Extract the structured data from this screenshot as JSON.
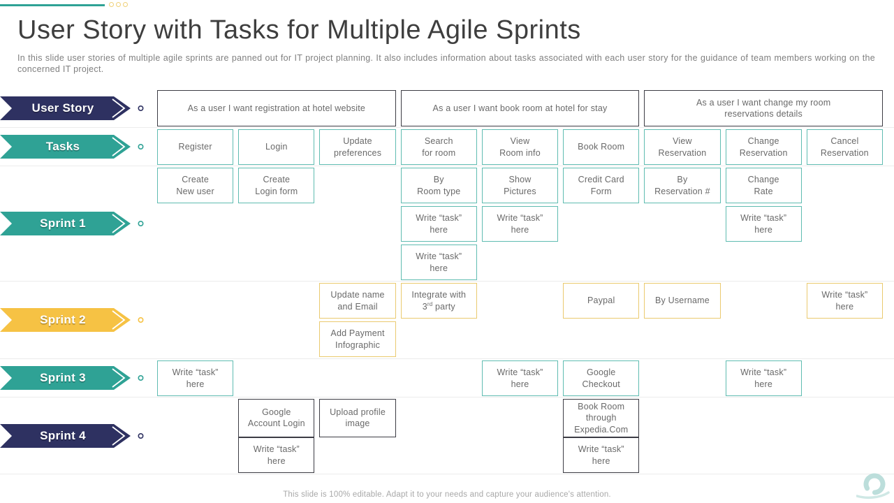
{
  "slide": {
    "title": "User Story with Tasks for Multiple Agile Sprints",
    "subtitle": "In this slide user stories of multiple agile sprints are panned out for IT project planning. It also includes information  about tasks associated with each user story for the guidance of team members working on the concerned IT project.",
    "footer": "This slide is 100% editable. Adapt it to your needs and capture your audience's attention."
  },
  "colors": {
    "navy": "#2E3161",
    "teal": "#2FA295",
    "yellow": "#F6C244",
    "border_dark": "#3C3C44",
    "border_teal": "#5FBCB1",
    "border_yellow": "#EACA6F",
    "accent_bar": "#2FA295",
    "dot_outline": "#EFD077",
    "logo_teal": "#BCDEDB"
  },
  "rows": [
    {
      "name": "user-story",
      "label": "User Story",
      "variant": "navy",
      "border": "dark",
      "height": 56,
      "subrows": [
        [
          {
            "col": 1,
            "span": 3,
            "text": "As a user I want registration at hotel website"
          },
          {
            "col": 4,
            "span": 3,
            "text": "As a user I want book room at hotel for stay"
          },
          {
            "col": 7,
            "span": 3,
            "text": "As a user I want change my room\nreservations  details"
          }
        ]
      ]
    },
    {
      "name": "tasks",
      "label": "Tasks",
      "variant": "teal",
      "border": "teal",
      "height": 55,
      "subrows": [
        [
          {
            "col": 1,
            "text": "Register"
          },
          {
            "col": 2,
            "text": "Login"
          },
          {
            "col": 3,
            "text": "Update\npreferences"
          },
          {
            "col": 4,
            "text": "Search\nfor room"
          },
          {
            "col": 5,
            "text": "View\nRoom info"
          },
          {
            "col": 6,
            "text": "Book Room"
          },
          {
            "col": 7,
            "text": "View\nReservation"
          },
          {
            "col": 8,
            "text": "Change\nReservation"
          },
          {
            "col": 9,
            "text": "Cancel\nReservation"
          }
        ]
      ]
    },
    {
      "name": "sprint-1",
      "label": "Sprint 1",
      "variant": "teal",
      "border": "teal",
      "height": 165,
      "subrows": [
        [
          {
            "col": 1,
            "text": "Create\nNew user"
          },
          {
            "col": 2,
            "text": "Create\nLogin form"
          },
          {
            "col": 4,
            "text": "By\nRoom type"
          },
          {
            "col": 5,
            "text": "Show\nPictures"
          },
          {
            "col": 6,
            "text": "Credit Card\nForm"
          },
          {
            "col": 7,
            "text": "By\nReservation  #"
          },
          {
            "col": 8,
            "text": "Change\nRate"
          }
        ],
        [
          {
            "col": 4,
            "text": "Write “task”\nhere"
          },
          {
            "col": 5,
            "text": "Write “task”\nhere"
          },
          {
            "col": 8,
            "text": "Write “task”\nhere"
          }
        ],
        [
          {
            "col": 4,
            "text": "Write “task”\nhere"
          }
        ]
      ]
    },
    {
      "name": "sprint-2",
      "label": "Sprint 2",
      "variant": "yellow",
      "border": "yellow",
      "height": 111,
      "subrows": [
        [
          {
            "col": 3,
            "text": "Update name\nand Email"
          },
          {
            "col": 4,
            "text": "Integrate with\n3rd party"
          },
          {
            "col": 6,
            "text": "Paypal"
          },
          {
            "col": 7,
            "text": "By  Username"
          },
          {
            "col": 9,
            "text": "Write “task”\nhere"
          }
        ],
        [
          {
            "col": 3,
            "text": "Add Payment\nInfographic"
          }
        ]
      ]
    },
    {
      "name": "sprint-3",
      "label": "Sprint 3",
      "variant": "teal",
      "border": "teal",
      "height": 55,
      "subrows": [
        [
          {
            "col": 1,
            "text": "Write “task”\nhere"
          },
          {
            "col": 5,
            "text": "Write “task”\nhere"
          },
          {
            "col": 6,
            "text": "Google\nCheckout"
          },
          {
            "col": 8,
            "text": "Write “task”\nhere"
          }
        ]
      ]
    },
    {
      "name": "sprint-4",
      "label": "Sprint 4",
      "variant": "navy",
      "border": "dark",
      "height": 110,
      "subrows": [
        [
          {
            "col": 2,
            "text": "Google\nAccount Login"
          },
          {
            "col": 3,
            "text": "Upload  profile\nimage"
          },
          {
            "col": 6,
            "text": "Book Room\nthrough\nExpedia.Com"
          }
        ],
        [
          {
            "col": 2,
            "text": "Write “task”\nhere"
          },
          {
            "col": 6,
            "text": "Write “task”\nhere"
          }
        ]
      ]
    }
  ]
}
